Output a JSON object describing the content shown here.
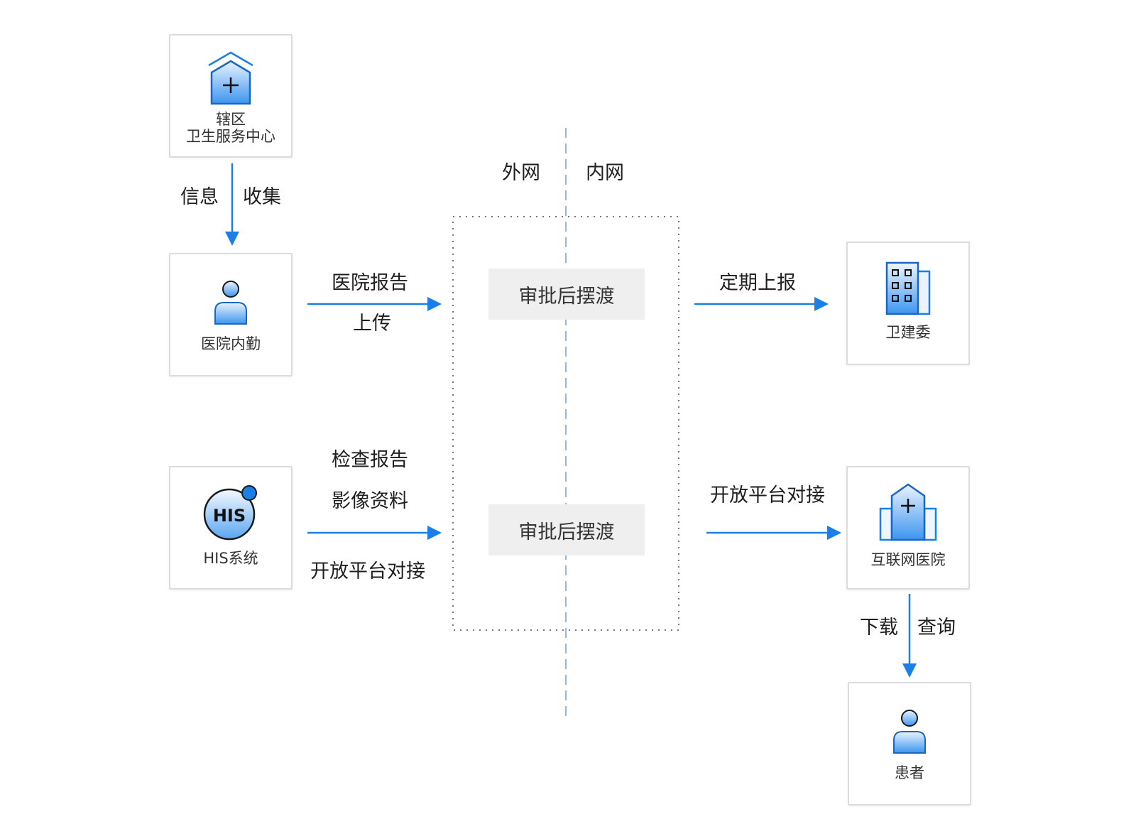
{
  "nodes": {
    "district_center": {
      "line1": "辖区",
      "line2": "卫生服务中心",
      "icon": "hospital-house-icon"
    },
    "hospital_staff": {
      "label": "医院内勤",
      "icon": "person-icon"
    },
    "his_system": {
      "label": "HIS系统",
      "badge": "HIS",
      "icon": "his-badge-icon"
    },
    "health_commission": {
      "label": "卫建委",
      "icon": "office-building-icon"
    },
    "internet_hospital": {
      "label": "互联网医院",
      "icon": "hospital-building-icon"
    },
    "patient": {
      "label": "患者",
      "icon": "person-icon"
    }
  },
  "zones": {
    "outer": "外网",
    "inner": "内网"
  },
  "gates": {
    "top": "审批后摆渡",
    "bottom": "审批后摆渡"
  },
  "labels": {
    "collect_left": "信息",
    "collect_right": "收集",
    "upload_top": "医院报告",
    "upload_bottom": "上传",
    "exam_line1": "检查报告",
    "exam_line2": "影像资料",
    "exam_line3": "开放平台对接",
    "report_periodic": "定期上报",
    "open_platform": "开放平台对接",
    "download": "下载",
    "query": "查询"
  },
  "colors": {
    "accent": "#1a7fe6",
    "divider": "#8fb8ea",
    "border": "#dcdcdc",
    "gate_bg": "#efefef"
  }
}
